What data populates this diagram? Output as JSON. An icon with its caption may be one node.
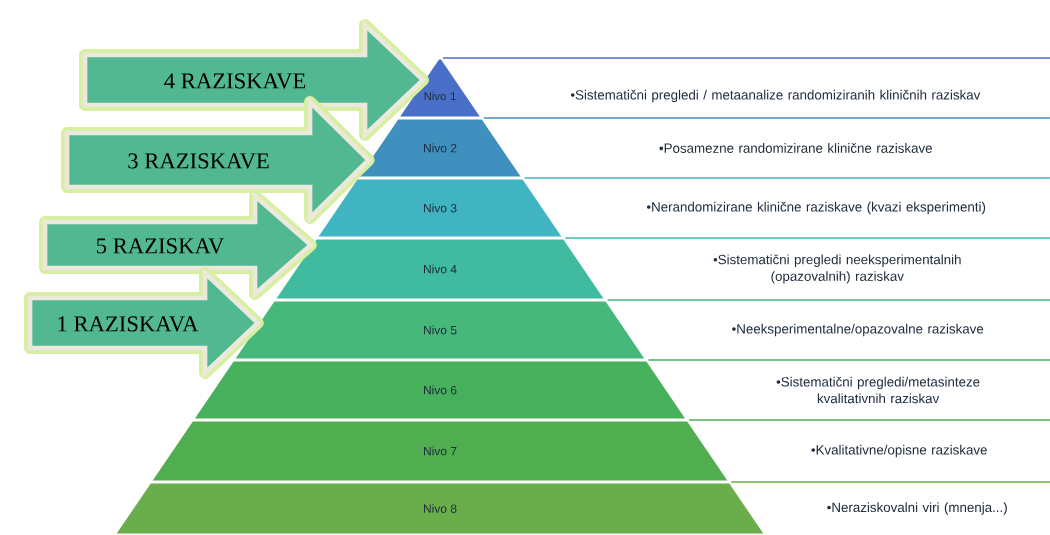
{
  "diagram": {
    "nodes": [
      {
        "text": [
          "Nivo 1"
        ]
      },
      {
        "text": [
          "Nivo 2"
        ]
      },
      {
        "text": [
          "Nivo 3"
        ]
      },
      {
        "text": [
          "Nivo 4"
        ]
      },
      {
        "text": [
          "Nivo 5"
        ]
      },
      {
        "text": [
          "Nivo 6"
        ]
      },
      {
        "text": [
          "Nivo 7"
        ]
      },
      {
        "text": [
          "Nivo 8"
        ]
      }
    ],
    "edges": [
      {
        "from": null,
        "to": 0,
        "arrow": "to",
        "label": "4 RAZISKAVE"
      },
      {
        "from": null,
        "to": 1,
        "arrow": "to",
        "label": "3 RAZISKAVE"
      },
      {
        "from": null,
        "to": 3,
        "arrow": "to",
        "label": "5 RAZISKAV"
      },
      {
        "from": null,
        "to": 4,
        "arrow": "to",
        "label": "1 RAZISKAVA"
      }
    ],
    "labels": [
      "•Sistematični pregledi / metaanalize randomiziranih kliničnih raziskav",
      "•Posamezne randomizirane klinične raziskave",
      "•Nerandomizirane klinične raziskave (kvazi eksperimenti)",
      "•Sistematični pregledi neeksperimentalnih (opazovalnih) raziskav",
      "•Neeksperimentalne/opazovalne raziskave",
      "•Sistematični pregledi/metasinteze kvalitativnih raziskav",
      "•Kvalitativne/opisne raziskave",
      "•Neraziskovalni viri (mnenja...)"
    ]
  }
}
